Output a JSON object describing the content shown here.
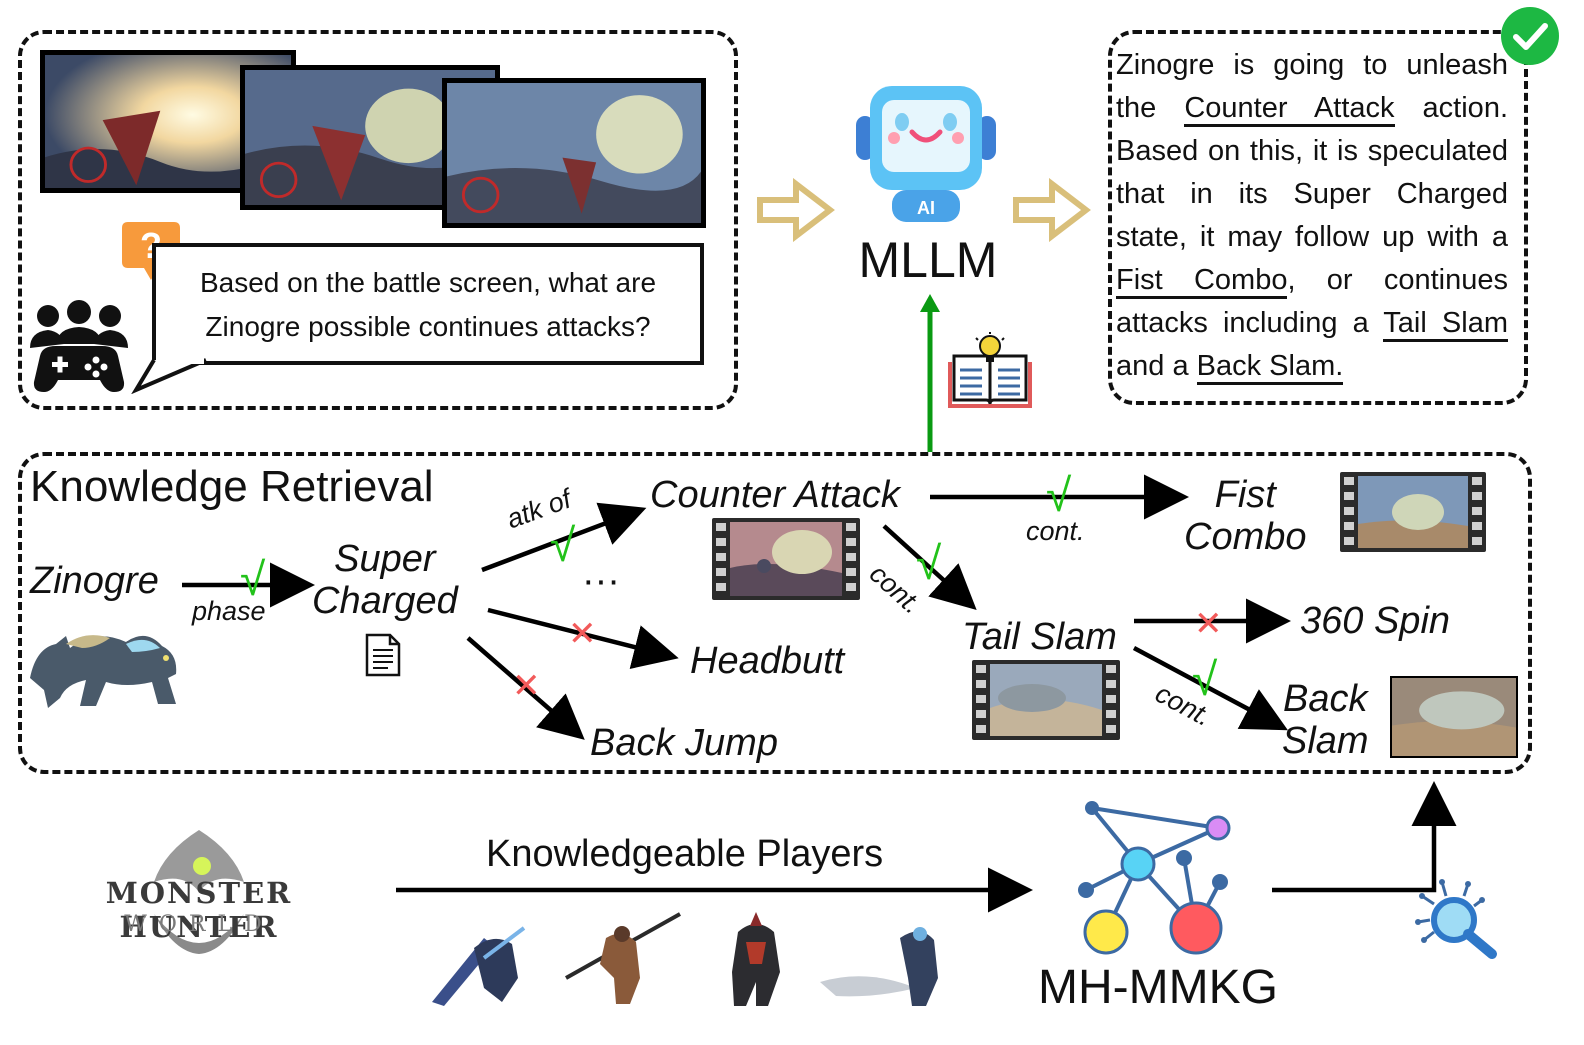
{
  "question_panel": {
    "question": "Based on the battle screen, what are Zinogre possible continues attacks?",
    "question_mark": "?"
  },
  "mllm": {
    "label": "MLLM",
    "robot_badge": "AI"
  },
  "answer_panel": {
    "part1": "Zinogre is going to unleash the ",
    "link1": "Counter Attack",
    "part2": " action. Based on this, it is speculated that in its Super Charged state, it may follow up with a ",
    "link2": "Fist Combo",
    "part3": ", or continues attacks including a ",
    "link3": "Tail Slam",
    "part4": " and a ",
    "link4": "Back Slam."
  },
  "knowledge_retrieval": {
    "title": "Knowledge Retrieval",
    "nodes": {
      "zinogre": "Zinogre",
      "super_charged_line1": "Super",
      "super_charged_line2": "Charged",
      "counter_attack": "Counter Attack",
      "ellipsis": "···",
      "headbutt": "Headbutt",
      "back_jump": "Back Jump",
      "fist_combo_line1": "Fist",
      "fist_combo_line2": "Combo",
      "tail_slam": "Tail Slam",
      "spin": "360 Spin",
      "back_slam_line1": "Back",
      "back_slam_line2": "Slam"
    },
    "edges": {
      "phase": "phase",
      "atk_of": "atk of",
      "cont1": "cont.",
      "cont2": "cont.",
      "cont3": "cont."
    },
    "marks": {
      "check": "√",
      "cross": "✕"
    }
  },
  "bottom": {
    "game_logo_line1": "MONSTER HUNTER",
    "game_logo_line2": "WORLD",
    "players_label": "Knowledgeable Players",
    "kg_label": "MH-MMKG"
  },
  "colors": {
    "check_green": "#22c21a",
    "cross_red": "#f25a5a",
    "arrow_gold": "#d9bf7a",
    "up_arrow_green": "#0a9a12",
    "robot_blue": "#5cc3f5",
    "kg_cyan": "#58d3f5",
    "kg_yellow": "#ffe94a",
    "kg_red": "#ff5a5f",
    "kg_purple": "#d98cf5",
    "kg_node_blue": "#3c6aa3",
    "bulb_yellow": "#f4d43a",
    "question_orange": "#f79a3c",
    "success_green": "#1db843"
  },
  "icons": [
    "question-icon",
    "gamepad-group-icon",
    "hollow-arrow-icon",
    "robot-icon",
    "success-check-icon",
    "book-idea-icon",
    "document-icon",
    "film-strip-icon",
    "knowledge-graph-icon",
    "search-icon",
    "game-logo"
  ]
}
